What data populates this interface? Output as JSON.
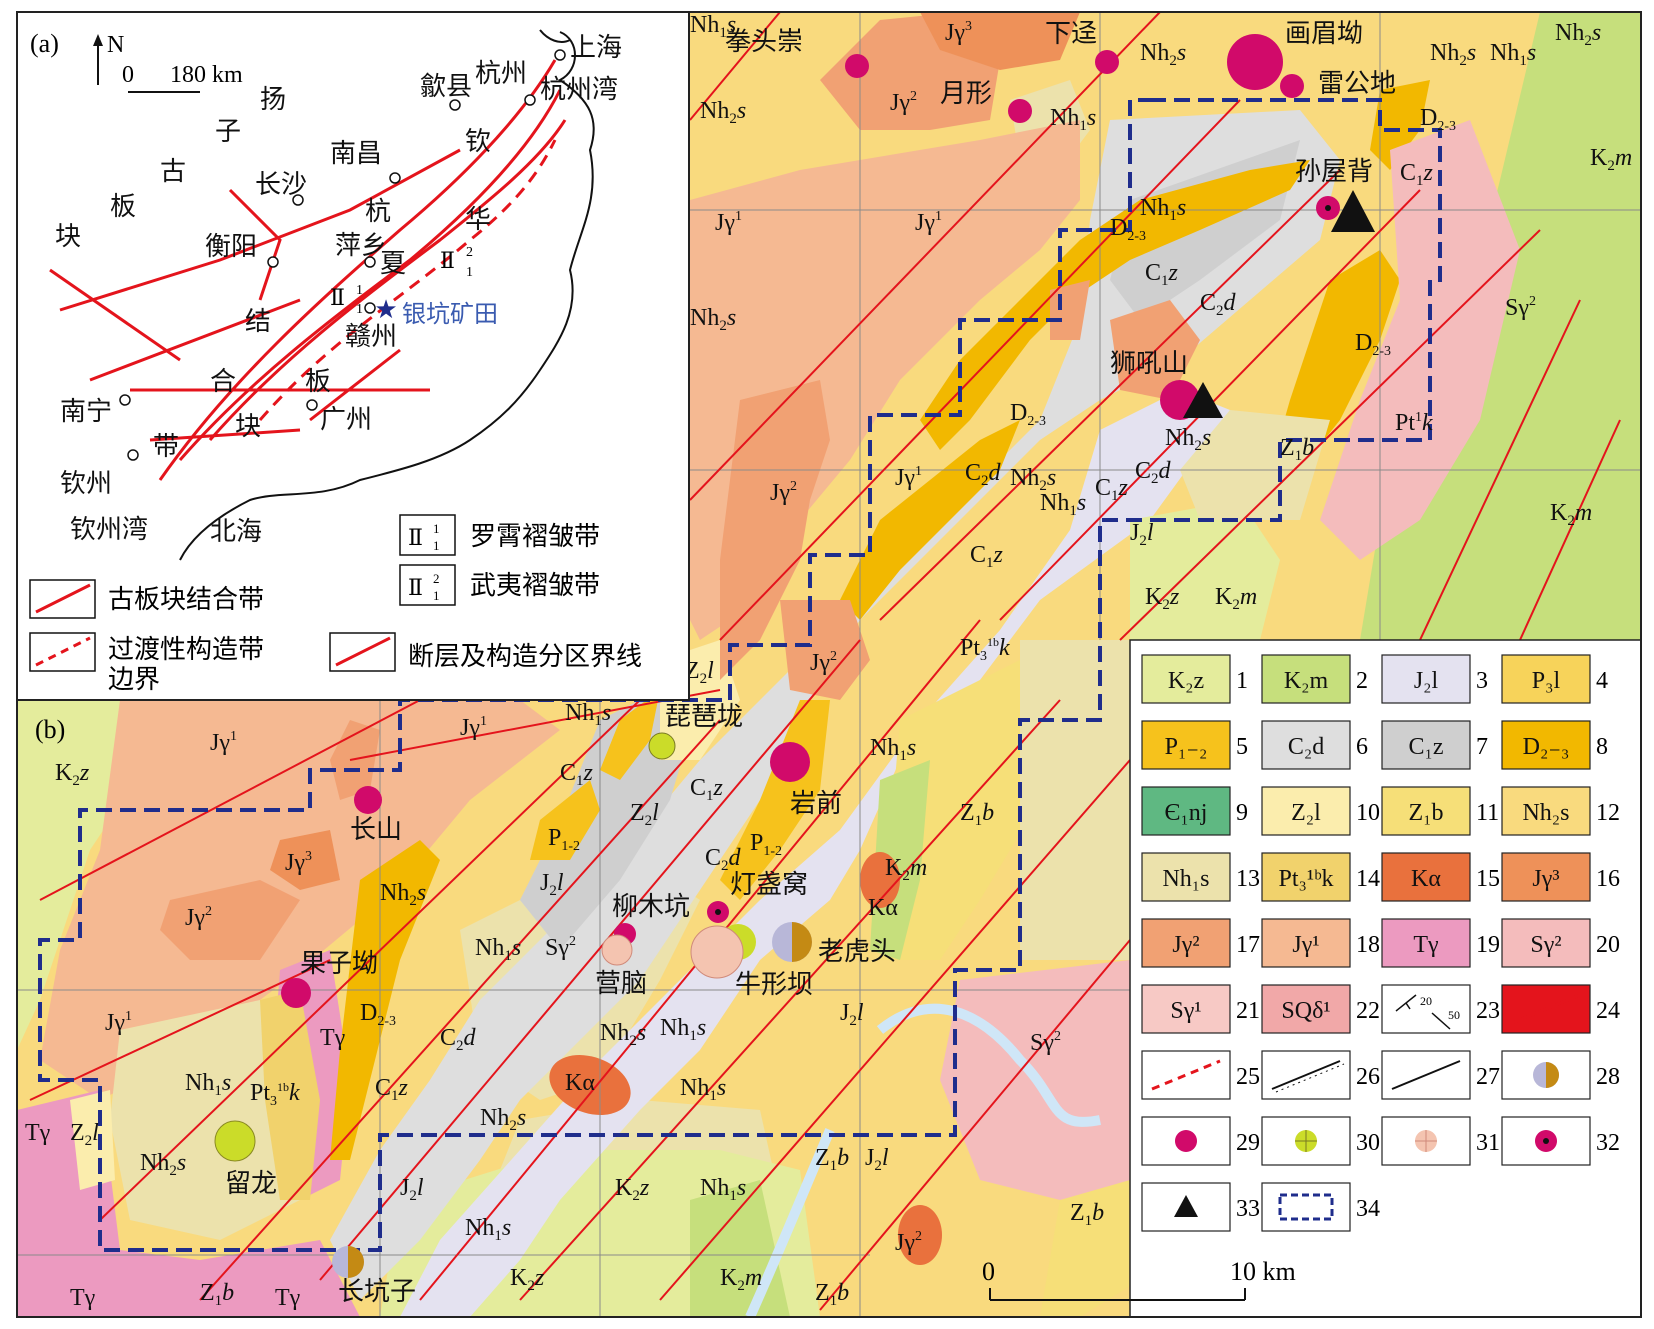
{
  "colors": {
    "K2z": "#e4ec9c",
    "K2m": "#c6df7c",
    "J2l": "#e4e2f0",
    "P3l": "#f7d35a",
    "P12": "#f6c21c",
    "C2d": "#dedede",
    "C1z": "#cfcfcf",
    "D23": "#f2b800",
    "E1nj": "#5fb882",
    "Z2l": "#fbedad",
    "Z1b": "#f6df78",
    "Nh2s": "#f9da7e",
    "Nh1s": "#ece2ac",
    "Pt3k": "#f1d26c",
    "Ka": "#e9713d",
    "Jg3": "#ee9159",
    "Jg2": "#f1a173",
    "Jg1": "#f5b992",
    "Tg": "#ec9ac0",
    "Sg2": "#f4bcbc",
    "Sg1": "#f7c9c5",
    "SQd1": "#f1a8a8",
    "deposit": "#d10a6a",
    "fault": "#e4141c",
    "boundary": "#1f2d8c",
    "river": "#d8ecf8"
  },
  "inset": {
    "panel_label": "(a)",
    "north": "N",
    "scale_zero": "0",
    "scale_value": "180 km",
    "plate_yangtze": [
      "扬",
      "子",
      "古",
      "板",
      "块"
    ],
    "suture_chars": [
      "结",
      "合",
      "板",
      "块",
      "带"
    ],
    "qh_chars": [
      "钦",
      "杭",
      "夏",
      "华"
    ],
    "cities": [
      "上海",
      "杭州",
      "杭州湾",
      "歙县",
      "南昌",
      "长沙",
      "衡阳",
      "萍乡",
      "赣州",
      "广州",
      "南宁",
      "钦州",
      "钦州湾",
      "北海"
    ],
    "zone1": "Ⅱ",
    "zone1_sup": "1",
    "zone1_sub": "1",
    "zone2": "Ⅱ",
    "zone2_sup": "2",
    "zone2_sub": "1",
    "orefield": "银坑矿田",
    "legend_suture": "古板块结合带",
    "legend_transition_1": "过渡性构造带",
    "legend_transition_2": "边界",
    "legend_fault": "断层及构造分区界线",
    "legend_zone1": "罗霄褶皱带",
    "legend_zone2": "武夷褶皱带"
  },
  "map": {
    "panel_label": "(b)",
    "scale_zero": "0",
    "scale_value": "10 km",
    "places": [
      "拳头崇",
      "下迳",
      "画眉坳",
      "雷公地",
      "月形",
      "孙屋背",
      "狮吼山",
      "琵琶垅",
      "岩前",
      "长山",
      "柳木坑",
      "灯盏窝",
      "营脑",
      "老虎头",
      "牛形坝",
      "果子坳",
      "留龙",
      "长坑子"
    ],
    "units": {
      "K2z": "K",
      "K2m": "K",
      "J2l": "J",
      "Jg1": "Jγ",
      "Jg2": "Jγ",
      "Jg3": "Jγ",
      "Nh2s": "Nh",
      "Nh1s": "Nh",
      "Z2l": "Z",
      "Z1b": "Z",
      "C1z": "C",
      "C2d": "C",
      "D23": "D",
      "P12": "P",
      "Pt": "Pt",
      "Sg2": "Sγ",
      "Tg": "Tγ",
      "Ka": "Kα"
    }
  },
  "legend": {
    "items": [
      {
        "n": "1",
        "code": "K2z",
        "text": "K₂z"
      },
      {
        "n": "2",
        "code": "K2m",
        "text": "K₂m"
      },
      {
        "n": "3",
        "code": "J2l",
        "text": "J₂l"
      },
      {
        "n": "4",
        "code": "P3l",
        "text": "P₃l"
      },
      {
        "n": "5",
        "code": "P12",
        "text": "P₁₋₂"
      },
      {
        "n": "6",
        "code": "C2d",
        "text": "C₂d"
      },
      {
        "n": "7",
        "code": "C1z",
        "text": "C₁z"
      },
      {
        "n": "8",
        "code": "D23",
        "text": "D₂₋₃"
      },
      {
        "n": "9",
        "code": "E1nj",
        "text": "Є₁nj"
      },
      {
        "n": "10",
        "code": "Z2l",
        "text": "Z₂l"
      },
      {
        "n": "11",
        "code": "Z1b",
        "text": "Z₁b"
      },
      {
        "n": "12",
        "code": "Nh2s",
        "text": "Nh₂s"
      },
      {
        "n": "13",
        "code": "Nh1s",
        "text": "Nh₁s"
      },
      {
        "n": "14",
        "code": "Pt3k",
        "text": "Pt₃¹ᵇk"
      },
      {
        "n": "15",
        "code": "Ka",
        "text": "Kα"
      },
      {
        "n": "16",
        "code": "Jg3",
        "text": "Jγ³"
      },
      {
        "n": "17",
        "code": "Jg2",
        "text": "Jγ²"
      },
      {
        "n": "18",
        "code": "Jg1",
        "text": "Jγ¹"
      },
      {
        "n": "19",
        "code": "Tg",
        "text": "Tγ"
      },
      {
        "n": "20",
        "code": "Sg2",
        "text": "Sγ²"
      },
      {
        "n": "21",
        "code": "Sg1",
        "text": "Sγ¹"
      },
      {
        "n": "22",
        "code": "SQd1",
        "text": "SQδ¹"
      },
      {
        "n": "23",
        "code": "attitude",
        "text": "20 / 50"
      },
      {
        "n": "24",
        "code": "fault",
        "text": ""
      },
      {
        "n": "25",
        "code": "inferred",
        "text": ""
      },
      {
        "n": "26",
        "code": "unconf",
        "text": ""
      },
      {
        "n": "27",
        "code": "contact",
        "text": ""
      },
      {
        "n": "28",
        "code": "sym28",
        "text": ""
      },
      {
        "n": "29",
        "code": "sym29",
        "text": ""
      },
      {
        "n": "30",
        "code": "sym30",
        "text": ""
      },
      {
        "n": "31",
        "code": "sym31",
        "text": ""
      },
      {
        "n": "32",
        "code": "sym32",
        "text": ""
      },
      {
        "n": "33",
        "code": "sym33",
        "text": ""
      },
      {
        "n": "34",
        "code": "sym34",
        "text": ""
      }
    ]
  }
}
